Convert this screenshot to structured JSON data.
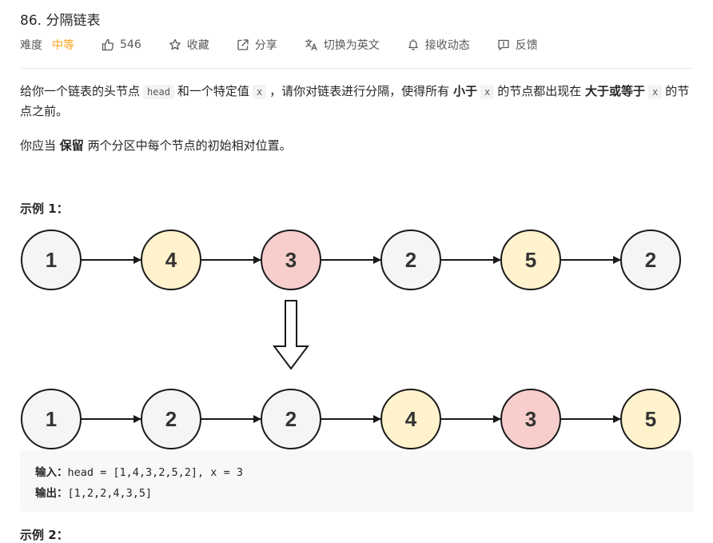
{
  "problem": {
    "title": "86. 分隔链表"
  },
  "meta": {
    "difficulty_label": "难度",
    "difficulty_value": "中等",
    "likes": "546",
    "favorite": "收藏",
    "share": "分享",
    "translate": "切换为英文",
    "subscribe": "接收动态",
    "feedback": "反馈"
  },
  "description": {
    "p1_a": "给你一个链表的头节点",
    "p1_code_head": "head",
    "p1_b": "和一个特定值",
    "p1_code_x": "x",
    "p1_c": "，请你对链表进行分隔，使得所有",
    "p1_bold_less": "小于",
    "p1_code_x2": "x",
    "p1_d": "的节点都出现在",
    "p1_bold_ge": "大于或等于",
    "p1_code_x3": "x",
    "p1_e": "的节点之前。",
    "p2_a": "你应当",
    "p2_bold": "保留",
    "p2_b": "两个分区中每个节点的初始相对位置。"
  },
  "example1": {
    "title": "示例 1：",
    "input_label": "输入：",
    "input_value": "head = [1,4,3,2,5,2], x = 3",
    "output_label": "输出：",
    "output_value": "[1,2,2,4,3,5]"
  },
  "example2": {
    "title": "示例 2："
  },
  "diagram": {
    "colors": {
      "less": "#f5f5f5",
      "pivot": "#f8cecc",
      "greater": "#fff2cc",
      "stroke": "#1a1a1a",
      "text": "#333333"
    },
    "before": [
      {
        "label": "1",
        "kind": "less"
      },
      {
        "label": "4",
        "kind": "greater"
      },
      {
        "label": "3",
        "kind": "pivot"
      },
      {
        "label": "2",
        "kind": "less"
      },
      {
        "label": "5",
        "kind": "greater"
      },
      {
        "label": "2",
        "kind": "less"
      }
    ],
    "after": [
      {
        "label": "1",
        "kind": "less"
      },
      {
        "label": "2",
        "kind": "less"
      },
      {
        "label": "2",
        "kind": "less"
      },
      {
        "label": "4",
        "kind": "greater"
      },
      {
        "label": "3",
        "kind": "pivot"
      },
      {
        "label": "5",
        "kind": "greater"
      }
    ]
  }
}
